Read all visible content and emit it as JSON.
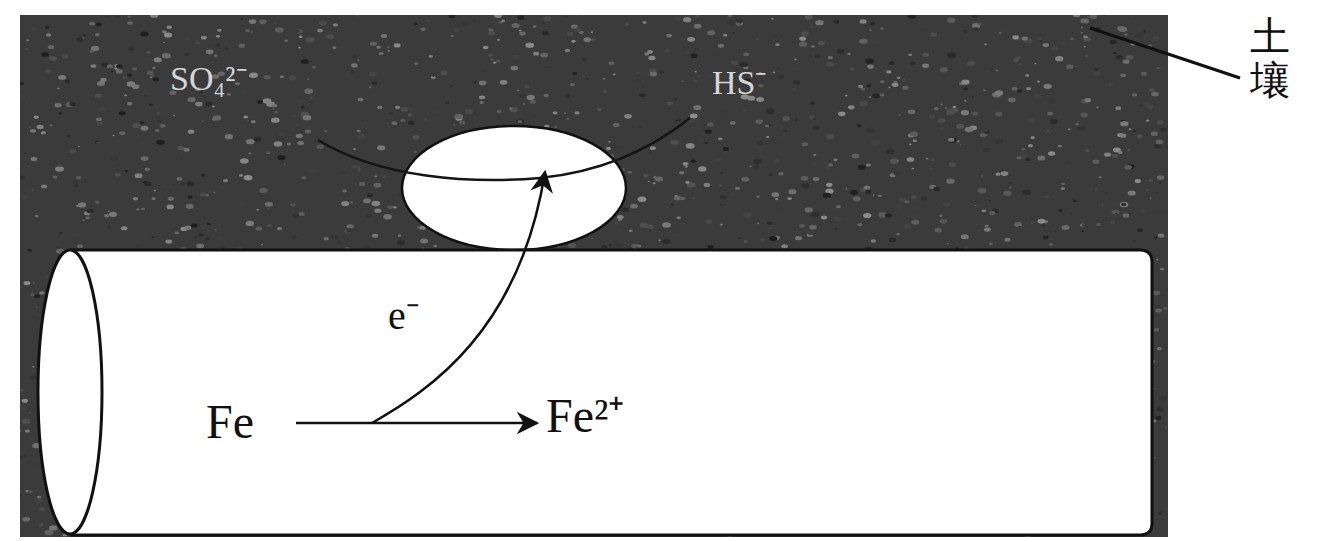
{
  "diagram": {
    "labels": [
      "SO₄²⁻",
      "HS⁻",
      "土壤",
      "e⁻",
      "Fe",
      "Fe²⁺"
    ]
  }
}
